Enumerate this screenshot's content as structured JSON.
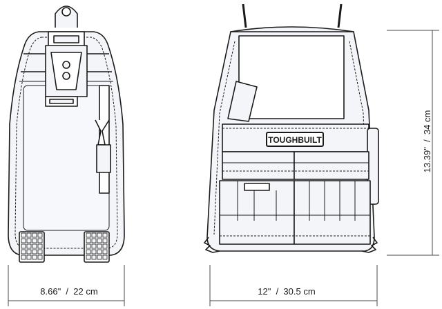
{
  "dimensions": {
    "width_side": "8.66\"  /  22 cm",
    "width_front": "12\"  /  30.5 cm",
    "height": "13.39\"  /  34 cm"
  },
  "brand": {
    "logo_text": "TOUGHBUILT"
  },
  "colors": {
    "line": "#1a1a1a",
    "fill": "#f4f5f8",
    "white": "#ffffff"
  }
}
